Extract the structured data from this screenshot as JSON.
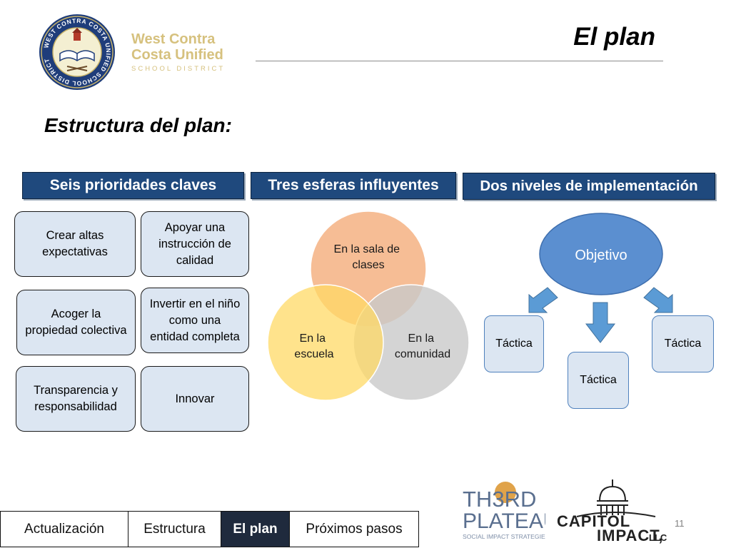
{
  "header": {
    "title": "El plan",
    "logo": {
      "ring_text": "WEST CONTRA COSTA UNIFIED SCHOOL DISTRICT",
      "line1": "West Contra",
      "line2": "Costa Unified",
      "line3": "SCHOOL DISTRICT"
    }
  },
  "subtitle": "Estructura del plan:",
  "sections": {
    "priorities_header": "Seis prioridades claves",
    "spheres_header": "Tres esferas influyentes",
    "levels_header": "Dos niveles de implementación"
  },
  "priorities": [
    "Crear altas expectativas",
    "Apoyar una instrucción de calidad",
    "Acoger la propiedad colectiva",
    "Invertir en el niño como una entidad completa",
    "Transparencia y responsabilidad",
    "Innovar"
  ],
  "spheres": {
    "top": [
      "En la sala de",
      "clases"
    ],
    "left": [
      "En la",
      "escuela"
    ],
    "right": [
      "En la",
      "comunidad"
    ]
  },
  "levels": {
    "objective": "Objetivo",
    "tactic_left": "Táctica",
    "tactic_right": "Táctica",
    "tactic_bottom": "Táctica"
  },
  "nav": {
    "tabs": [
      "Actualización",
      "Estructura",
      "El plan",
      "Próximos pasos"
    ],
    "active_index": 2
  },
  "partners": {
    "third_plateau_line1": "TH3RD",
    "third_plateau_line2": "PLATEAU",
    "third_plateau_tagline": "SOCIAL IMPACT STRATEGIES",
    "capitol_line1": "CAPITOL",
    "capitol_line2": "IMPACT,",
    "capitol_suffix": "LLC"
  },
  "page_number": "11",
  "colors": {
    "header_blue": "#1f497d",
    "box_fill": "#dce6f2",
    "sphere_top": "#f4b183",
    "sphere_left": "#ffd966",
    "sphere_right": "#c9c9c9",
    "objective_fill": "#5b8fd0",
    "arrow_fill": "#5b9bd5",
    "logo_gold": "#d6c17e"
  }
}
